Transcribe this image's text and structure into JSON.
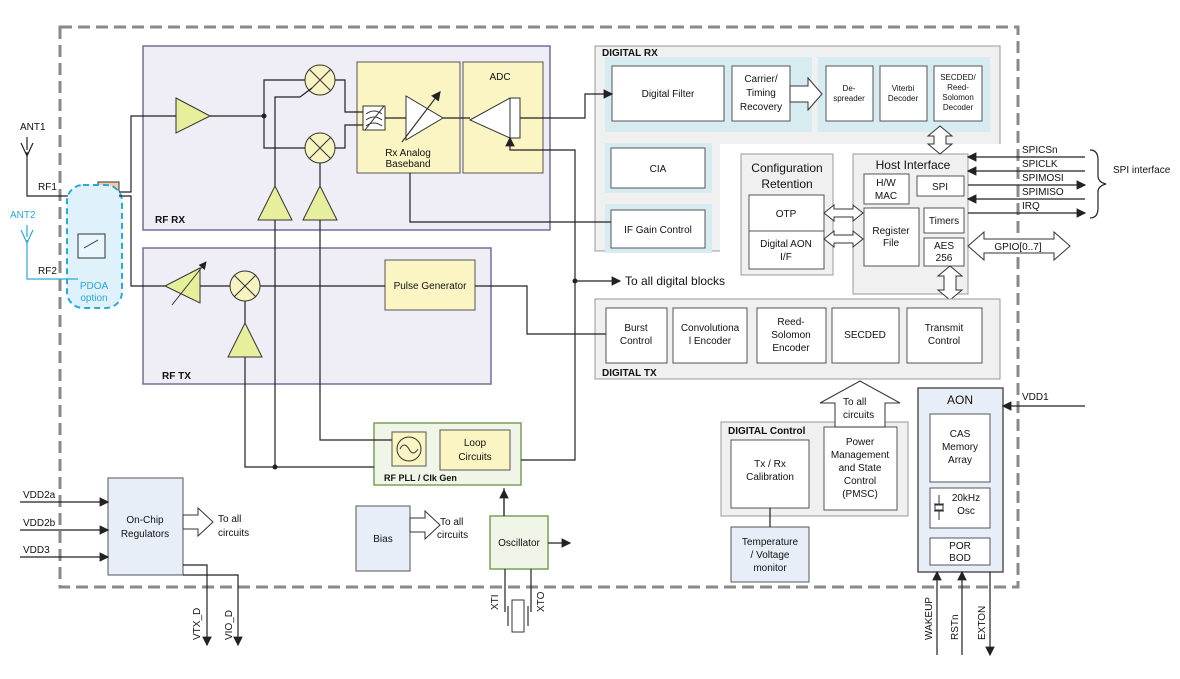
{
  "chip": {
    "antennas": {
      "ant1": "ANT1",
      "ant2": "ANT2",
      "rf1": "RF1",
      "rf2": "RF2",
      "pdoa_line1": "PDOA",
      "pdoa_line2": "option"
    },
    "rf_rx": {
      "title": "RF RX",
      "rx_baseband_l1": "Rx Analog",
      "rx_baseband_l2": "Baseband",
      "adc": "ADC"
    },
    "rf_tx": {
      "title": "RF TX",
      "pulse_generator": "Pulse Generator"
    },
    "pll": {
      "title": "RF PLL / Clk Gen",
      "loop_l1": "Loop",
      "loop_l2": "Circuits"
    },
    "digital_rx": {
      "title": "DIGITAL RX",
      "digital_filter": "Digital Filter",
      "carrier_l1": "Carrier/",
      "carrier_l2": "Timing",
      "carrier_l3": "Recovery",
      "despreader_l1": "De-",
      "despreader_l2": "spreader",
      "viterbi_l1": "Viterbi",
      "viterbi_l2": "Decoder",
      "secded_l1": "SECDED/",
      "secded_l2": "Reed-",
      "secded_l3": "Solomon",
      "secded_l4": "Decoder",
      "cia": "CIA",
      "if_gain": "IF Gain Control"
    },
    "config": {
      "title_l1": "Configuration",
      "title_l2": "Retention",
      "otp": "OTP",
      "aon_if_l1": "Digital AON",
      "aon_if_l2": "I/F"
    },
    "host": {
      "title": "Host Interface",
      "hw_mac_l1": "H/W",
      "hw_mac_l2": "MAC",
      "spi": "SPI",
      "register_l1": "Register",
      "register_l2": "File",
      "timers": "Timers",
      "aes_l1": "AES",
      "aes_l2": "256",
      "gpio": "GPIO[0..7]"
    },
    "spi_signals": [
      "SPICSn",
      "SPICLK",
      "SPIMOSI",
      "SPIMISO",
      "IRQ"
    ],
    "spi_interface": "SPI interface",
    "to_all_digital": "To all digital blocks",
    "digital_tx": {
      "title": "DIGITAL TX",
      "burst_l1": "Burst",
      "burst_l2": "Control",
      "conv_l1": "Convolutiona",
      "conv_l2": "l Encoder",
      "rs_l1": "Reed-",
      "rs_l2": "Solomon",
      "rs_l3": "Encoder",
      "secded": "SECDED",
      "transmit_l1": "Transmit",
      "transmit_l2": "Control"
    },
    "digital_control": {
      "title": "DIGITAL Control",
      "txrx_l1": "Tx / Rx",
      "txrx_l2": "Calibration",
      "pmsc_l1": "Power",
      "pmsc_l2": "Management",
      "pmsc_l3": "and State",
      "pmsc_l4": "Control",
      "pmsc_l5": "(PMSC)",
      "to_all_l1": "To all",
      "to_all_l2": "circuits"
    },
    "temp": {
      "l1": "Temperature",
      "l2": "/ Voltage",
      "l3": "monitor"
    },
    "aon": {
      "title": "AON",
      "cas_l1": "CAS",
      "cas_l2": "Memory",
      "cas_l3": "Array",
      "osc_l1": "20kHz",
      "osc_l2": "Osc",
      "por_l1": "POR",
      "por_l2": "BOD",
      "vdd1": "VDD1"
    },
    "regulators": {
      "l1": "On-Chip",
      "l2": "Regulators",
      "to_all_l1": "To all",
      "to_all_l2": "circuits",
      "vdd2a": "VDD2a",
      "vdd2b": "VDD2b",
      "vdd3": "VDD3",
      "vtx_d": "VTX_D",
      "vio_d": "VIO_D"
    },
    "bias": {
      "label": "Bias",
      "to_all_l1": "To all",
      "to_all_l2": "circuits"
    },
    "oscillator": {
      "label": "Oscillator",
      "xti": "XTI",
      "xto": "XTO"
    },
    "aon_pins": {
      "wakeup": "WAKEUP",
      "rstn": "RSTn",
      "exton": "EXTON"
    }
  }
}
